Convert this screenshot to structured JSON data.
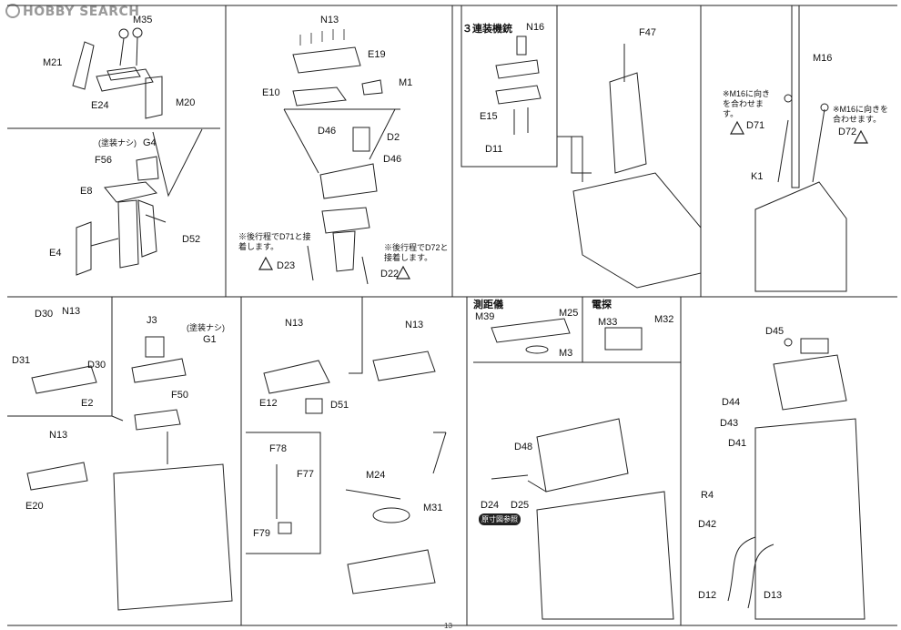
{
  "watermark": "HOBBY SEARCH",
  "page_number": "13",
  "labels": {
    "M35": "M35",
    "M21": "M21",
    "E24": "E24",
    "M20": "M20",
    "paint_g4": "(塗装ナシ)",
    "G4": "G4",
    "F56": "F56",
    "E8": "E8",
    "D52": "D52",
    "E4": "E4",
    "N13_a": "N13",
    "E19": "E19",
    "E10": "E10",
    "M1": "M1",
    "D46_a": "D46",
    "D2": "D2",
    "D46_b": "D46",
    "note_d71": "※後行程でD71と接着します。",
    "note_d72": "※後行程でD72と接着します。",
    "D23": "D23",
    "D22": "D22",
    "triple_mg": "３連装機銃",
    "N16": "N16",
    "F47": "F47",
    "E15": "E15",
    "D11": "D11",
    "M16": "M16",
    "note_m16_a": "※M16に向きを合わせます。",
    "note_m16_b": "※M16に向きを合わせます。",
    "D71": "D71",
    "D72": "D72",
    "K1": "K1",
    "D30_a": "D30",
    "N13_b": "N13",
    "D31": "D31",
    "D30_b": "D30",
    "E2": "E2",
    "J3": "J3",
    "paint_g1": "(塗装ナシ)",
    "G1": "G1",
    "F50": "F50",
    "N13_c": "N13",
    "E20": "E20",
    "N13_d": "N13",
    "N13_e": "N13",
    "E12": "E12",
    "D51": "D51",
    "F78": "F78",
    "F77": "F77",
    "F79": "F79",
    "M24": "M24",
    "M31": "M31",
    "rangefinder": "測距儀",
    "M39": "M39",
    "M25": "M25",
    "M3": "M3",
    "radar": "電探",
    "M33": "M33",
    "M32": "M32",
    "D48": "D48",
    "D24": "D24",
    "D25": "D25",
    "ref_fig": "原寸図参照",
    "D45": "D45",
    "D44": "D44",
    "D43": "D43",
    "D41": "D41",
    "R4": "R4",
    "D42": "D42",
    "D12": "D12",
    "D13": "D13"
  }
}
